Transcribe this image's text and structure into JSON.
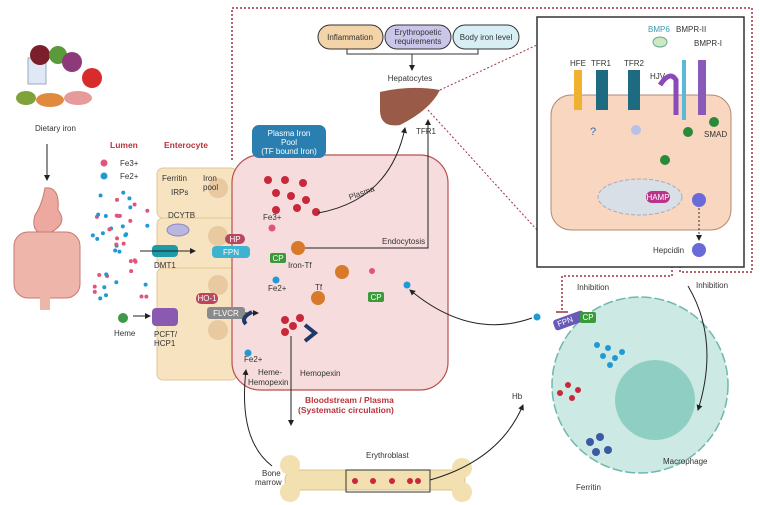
{
  "labels": {
    "dietary_iron": "Dietary iron",
    "lumen": "Lumen",
    "enterocyte": "Enterocyte",
    "fe3": "Fe3+",
    "fe2": "Fe2+",
    "ferritin": "Ferritin",
    "iron_pool_1": "Iron",
    "iron_pool_2": "pool",
    "irps": "IRPs",
    "dcytb": "DCYTB",
    "dmt1": "DMT1",
    "hp": "HP",
    "fpn": "FPN",
    "cp": "CP",
    "iron_tf": "Iron-Tf",
    "tf": "Tf",
    "ho1": "HO-1",
    "flvcr": "FLVCR",
    "heme": "Heme",
    "pcft_1": "PCFT/",
    "pcft_2": "HCP1",
    "plasma_pool_1": "Plasma Iron",
    "plasma_pool_2": "Pool",
    "plasma_pool_3": "(TF bound Iron)",
    "plasma": "Plasma",
    "endocytosis": "Endocytosis",
    "heme_hemopexin_1": "Heme-",
    "heme_hemopexin_2": "Hemopexin",
    "hemopexin": "Hemopexin",
    "bloodstream_1": "Bloodstream / Plasma",
    "bloodstream_2": "(Systematic circulation)",
    "erythroblast": "Erythroblast",
    "bone_marrow_1": "Bone",
    "bone_marrow_2": "marrow",
    "hb": "Hb",
    "macro_ferritin": "Ferritin",
    "macrophage": "Macrophage",
    "inhibition_1": "Inhibition",
    "inhibition_2": "Inhibition",
    "inflammation": "Inflammation",
    "erythropoietic_1": "Erythropoetic",
    "erythropoietic_2": "requirements",
    "body_iron": "Body iron level",
    "hepatocytes": "Hepatocytes",
    "tfr1_liver": "TFR1",
    "hfe": "HFE",
    "tfr1": "TFR1",
    "tfr2": "TFR2",
    "bmp6": "BMP6",
    "bmpr2": "BMPR-II",
    "bmpr1": "BMPR-I",
    "hjv": "HJV",
    "smad": "SMAD",
    "question": "?",
    "hamp": "HAMP",
    "hepcidin": "Hepcidin"
  },
  "colors": {
    "fe3": "#e0557a",
    "fe2": "#1f9ad6",
    "plasma_fill": "#f6dcdc",
    "plasma_stroke": "#b85050",
    "enterocyte_fill": "#f7e3c0",
    "pool_badge": "#2a7fb0",
    "macrophage_fill": "#cde9e4",
    "hepatocyte_fill": "#f9d6bf",
    "dotted_border": "#a33040"
  }
}
